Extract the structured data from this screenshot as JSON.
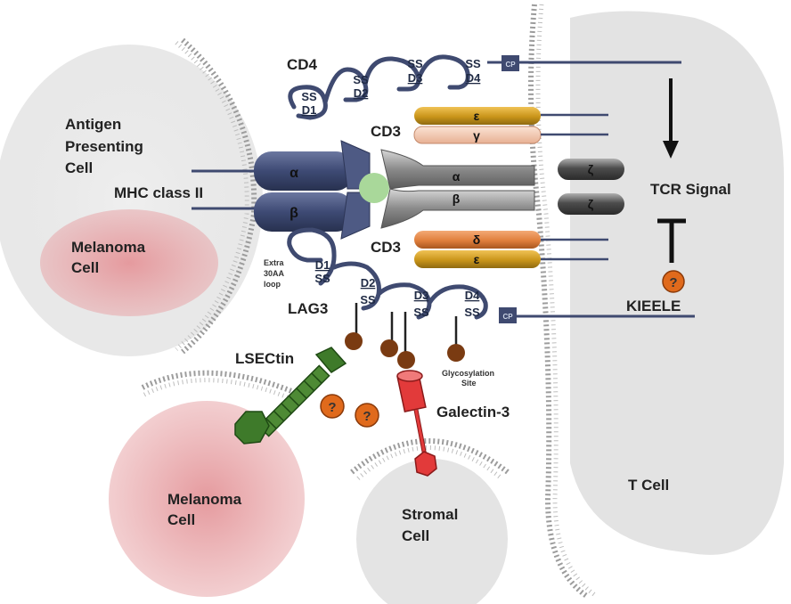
{
  "labels": {
    "antigen_presenting_cell": [
      "Antigen",
      "Presenting",
      "Cell"
    ],
    "melanoma_cell_left": [
      "Melanoma",
      "Cell"
    ],
    "melanoma_cell_bottom": [
      "Melanoma",
      "Cell"
    ],
    "stromal_cell": [
      "Stromal",
      "Cell"
    ],
    "t_cell": "T Cell",
    "mhc_class_ii": "MHC class II",
    "cd4": "CD4",
    "cd3_top": "CD3",
    "cd3_bottom": "CD3",
    "lag3": "LAG3",
    "tcr_signal": "TCR Signal",
    "kieele": "KIEELE",
    "lsectin": "LSECtin",
    "galectin3": "Galectin-3",
    "extra_loop": [
      "Extra",
      "30AA",
      "loop"
    ],
    "glycosylation_site": [
      "Glycosylation",
      "Site"
    ]
  },
  "cd4_domains": [
    {
      "ss": "SS",
      "name": "D1"
    },
    {
      "ss": "SS",
      "name": "D2"
    },
    {
      "ss": "SS",
      "name": "D3"
    },
    {
      "ss": "SS",
      "name": "D4"
    }
  ],
  "lag3_domains": [
    {
      "ss": "SS",
      "name": "D1"
    },
    {
      "ss": "SS",
      "name": "D2"
    },
    {
      "ss": "SS",
      "name": "D3"
    },
    {
      "ss": "SS",
      "name": "D4"
    }
  ],
  "cp_label": "CP",
  "mhc_chains": {
    "alpha": "α",
    "beta": "β"
  },
  "tcr_chains": {
    "alpha": "α",
    "beta": "β"
  },
  "cd3_chains": {
    "epsilon": "ε",
    "gamma": "γ",
    "delta": "δ"
  },
  "zeta": "ζ",
  "question_mark": "?",
  "colors": {
    "apc_cell": "#e4e4e4",
    "melanoma": "#dc8e92",
    "t_cell": "#e6e6e6",
    "protein_dark": "#3f4a70",
    "protein_light": "#cdd6e6",
    "cd3_gold": "#c9951a",
    "cd3_peach": "#f2c9b0",
    "cd3_orange": "#e07f3c",
    "lsectin_green": "#3e7a2a",
    "galectin_red": "#e23a3a",
    "glyco_brown": "#7a3b12",
    "question_orange": "#e06a1c",
    "antigen_green": "#a9d89a"
  }
}
